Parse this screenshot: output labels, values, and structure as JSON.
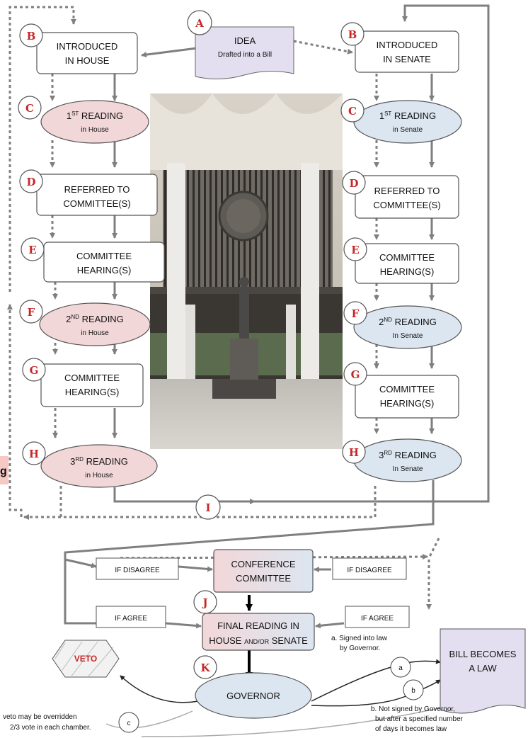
{
  "idea": {
    "letter": "A",
    "title": "IDEA",
    "subtitle": "Drafted into a Bill"
  },
  "house": {
    "introduced": {
      "letter": "B",
      "line1": "INTRODUCED",
      "line2": "IN HOUSE"
    },
    "reading1": {
      "letter": "C",
      "num": "1",
      "sup": "ST",
      "word": " READING",
      "sub": "in House"
    },
    "referred": {
      "letter": "D",
      "line1": "REFERRED TO",
      "line2": "COMMITTEE(S)"
    },
    "hearing1": {
      "letter": "E",
      "line1": "COMMITTEE",
      "line2": "HEARING(S)"
    },
    "reading2": {
      "letter": "F",
      "num": "2",
      "sup": "ND",
      "word": " READING",
      "sub": "in House"
    },
    "hearing2": {
      "letter": "G",
      "line1": "COMMITTEE",
      "line2": "HEARING(S)"
    },
    "reading3": {
      "letter": "H",
      "num": "3",
      "sup": "RD",
      "word": " READING",
      "sub": "in House"
    }
  },
  "senate": {
    "introduced": {
      "letter": "B",
      "line1": "INTRODUCED",
      "line2": "IN SENATE"
    },
    "reading1": {
      "letter": "C",
      "num": "1",
      "sup": "ST",
      "word": " READING",
      "sub": "in Senate"
    },
    "referred": {
      "letter": "D",
      "line1": "REFERRED TO",
      "line2": "COMMITTEE(S)"
    },
    "hearing1": {
      "letter": "E",
      "line1": "COMMITTEE",
      "line2": "HEARING(S)"
    },
    "reading2": {
      "letter": "F",
      "num": "2",
      "sup": "ND",
      "word": " READING",
      "sub": "In Senate"
    },
    "hearing2": {
      "letter": "G",
      "line1": "COMMITTEE",
      "line2": "HEARING(S)"
    },
    "reading3": {
      "letter": "H",
      "num": "3",
      "sup": "RD",
      "word": " READING",
      "sub": "In Senate"
    }
  },
  "crossover": {
    "letter": "I"
  },
  "conference": {
    "line1": "CONFERENCE",
    "line2": "COMMITTEE"
  },
  "if_disagree": "IF DISAGREE",
  "if_agree": "IF AGREE",
  "final_reading": {
    "letter": "J",
    "line1": "FINAL READING IN",
    "line2_a": "HOUSE ",
    "line2_b": "AND/OR",
    "line2_c": " SENATE"
  },
  "governor": {
    "letter": "K",
    "label": "GOVERNOR"
  },
  "veto": {
    "label": "VETO",
    "note_line1": "veto may be overridden",
    "note_line2": "2/3 vote in each chamber."
  },
  "law": {
    "line1": "BILL BECOMES",
    "line2": "A LAW"
  },
  "path_a": {
    "letter": "a",
    "note_line1": "a.  Signed into law",
    "note_line2": "by Governor."
  },
  "path_b": {
    "letter": "b",
    "note_line1": "b. Not signed by Governor,",
    "note_line2": "but after a specified number",
    "note_line3": "of days it becomes law"
  },
  "path_c": {
    "letter": "c"
  },
  "edge_fragment": "g",
  "colors": {
    "house_pink": "#f2d7d9",
    "senate_blue": "#dce6f1",
    "idea_purple": "#e4dff0",
    "badge_red": "#c62828",
    "arrow_gray": "#7f7f7f"
  }
}
